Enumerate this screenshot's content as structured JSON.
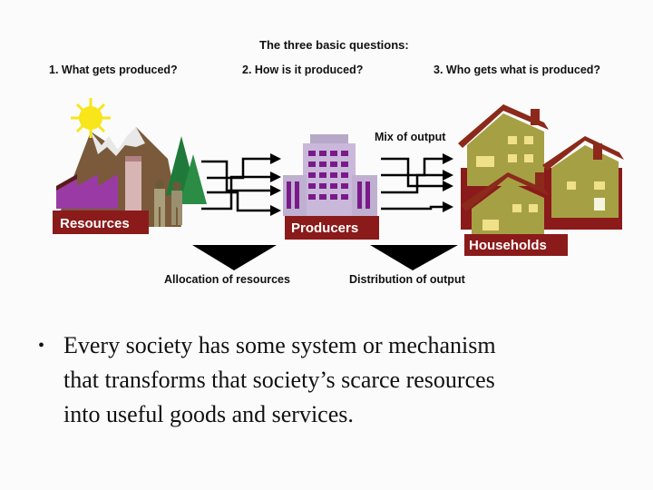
{
  "diagram": {
    "title": "The three basic questions:",
    "questions": [
      "1. What gets produced?",
      "2. How is it produced?",
      "3. Who gets what is produced?"
    ],
    "nodes": {
      "resources": "Resources",
      "producers": "Producers",
      "households": "Households"
    },
    "mix_label": "Mix of output",
    "allocation_label": "Allocation of resources",
    "distribution_label": "Distribution of output"
  },
  "bullet": {
    "symbol": "•",
    "text": "Every society has some system or mechanism\nthat transforms that society’s scarce resources\ninto useful goods and services."
  },
  "colors": {
    "sun": "#f8e51a",
    "mountain": "#7a5a3a",
    "tree": "#1f7a3a",
    "factory": "#9a3ba5",
    "label_box": "#8b1a1a",
    "building": "#c9b8d9",
    "house": "#a6a045",
    "roof": "#8b2a1a",
    "arrow": "#000000"
  }
}
